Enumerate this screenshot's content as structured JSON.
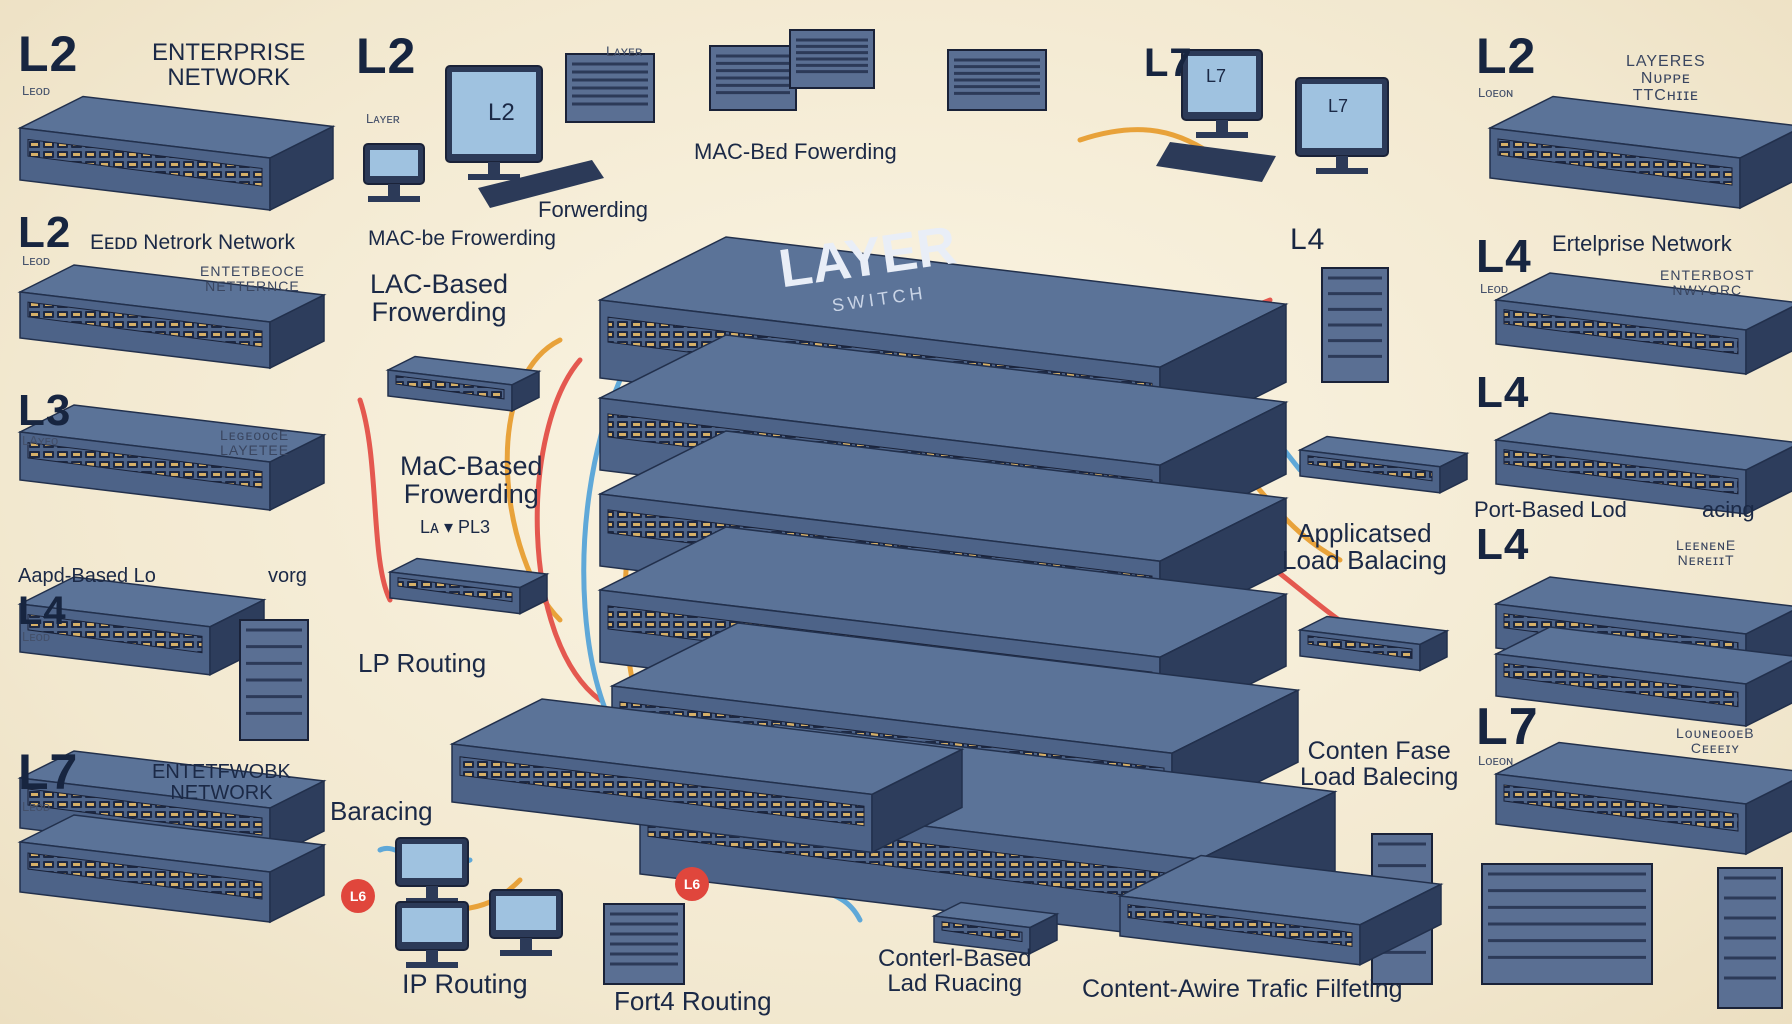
{
  "labels": {
    "left": [
      {
        "id": "l1",
        "layer": "L2",
        "sub": "Lᴇᴏᴅ",
        "title": "ENTERPRISE\nNETWORK"
      },
      {
        "id": "l2",
        "layer": "L2",
        "sub": "Lᴇᴏᴅ",
        "title": "Eᴇᴅᴅ Netrork Network",
        "title2": "ENTETBEOCE\nNETTERNCE"
      },
      {
        "id": "l3",
        "layer": "L3",
        "sub": "LAʏᴇᴏ",
        "title": "LᴇɢᴇᴏᴏᴄE\nLAYETEE"
      },
      {
        "id": "l4",
        "layer": "L4",
        "sub": "Lᴇᴏᴅ",
        "title": "Aapd-Based Lo",
        "title_tail": "vorg"
      },
      {
        "id": "l5",
        "layer": "L7",
        "sub": "Lᴇᴏᴅ",
        "title": "ENTETFWOBK\nNETWORK"
      }
    ],
    "right": [
      {
        "id": "r1",
        "layer": "L2",
        "sub": "Lᴏᴇᴏɴ",
        "title": "LAYERES\nNᴜᴘᴘᴇ\nTTCʜɪɪᴇ"
      },
      {
        "id": "r2",
        "layer": "L4",
        "sub": "Lᴇᴏᴅ",
        "title": "Ertelprise Network",
        "title2": "ENTERBOST\nNWYORC"
      },
      {
        "id": "r3",
        "layer": "L4",
        "sub": "",
        "title": "Port-Based Lod",
        "title_tail": "acing"
      },
      {
        "id": "r4",
        "layer": "L4",
        "sub": "",
        "title": "LᴇᴇɴᴇɴE\nNᴇʀᴇɪɪT"
      },
      {
        "id": "r5",
        "layer": "L7",
        "sub": "Lᴏᴇᴏɴ",
        "title": "LᴏᴜɴᴇᴏᴏᴇB\nCᴇᴇᴇɪʏ"
      }
    ],
    "center": {
      "top_l2": "L2",
      "top_layer_small": "Lᴀʏᴇʀ",
      "top_layer_small2": "Lᴀʏᴇʀ",
      "mac_forwarding_top": "MAC-Bᴇd Fowerding",
      "forwerding": "Forwerding",
      "mac_be": "MAC-be Frowerding",
      "lac_based": "LAC-Based\nFrowerding",
      "mac_based": "MaC-Based\nFrowerding",
      "mini_l3": "Lᴀ ▾ PL3",
      "lp_routing": "LP Routing",
      "baracing": "Baracing",
      "ip_routing": "IP Routing",
      "fort_routing": "Fort4  Routing",
      "content_based": "Conterl-Based\nLad Ruacing",
      "content_aware": "Content-Awire Trafic Filfeting",
      "content_fase": "Conten Fase\nLoad Balecing",
      "applicatsed": "Applicatsed\nLoad Balacing",
      "l4_mid": "L4",
      "l7_top": "L7",
      "switch_title": "LAYER",
      "switch_sub": "SWITCH",
      "monitor1": "L2",
      "monitor2": "L7",
      "monitor3": "L7",
      "badge1": "L6",
      "badge2": "L6"
    }
  },
  "colors": {
    "switch_body": "#4d6388",
    "switch_top": "#5b7398",
    "switch_dark": "#2d3d5c",
    "port": "#1d2842",
    "cable_orange": "#e8a23a",
    "cable_red": "#e4584f",
    "cable_blue": "#5fa8d8",
    "badge": "#e0463c"
  }
}
